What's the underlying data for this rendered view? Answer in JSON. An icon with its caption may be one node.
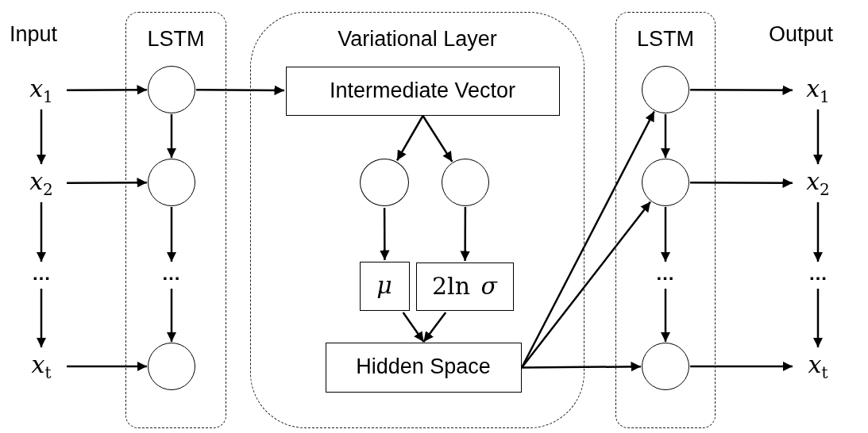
{
  "diagram": {
    "nodes": [
      {
        "text": [
          "LSTM"
        ]
      },
      {
        "text": [
          "Variational Layer"
        ]
      },
      {
        "text": [
          "LSTM"
        ]
      },
      {
        "text": [
          "x$_{1}$"
        ]
      },
      {
        "text": [
          "x$_{2}$"
        ]
      },
      {
        "text": [
          "…"
        ]
      },
      {
        "text": [
          "x$_{t}$"
        ]
      },
      {
        "text": [],
        "shape": "circle",
        "in": 0
      },
      {
        "text": [],
        "shape": "circle",
        "in": 0
      },
      {
        "text": [
          "…"
        ],
        "in": 0
      },
      {
        "text": [],
        "shape": "circle",
        "in": 0
      },
      {
        "text": [
          "Intermediate Vector"
        ],
        "in": 1
      },
      {
        "text": [],
        "shape": "circle",
        "in": 1
      },
      {
        "text": [],
        "shape": "circle",
        "in": 1
      },
      {
        "text": [
          "μ"
        ],
        "in": 1
      },
      {
        "text": [
          "2ln *σ*"
        ],
        "in": 1
      },
      {
        "text": [
          "Hidden Space"
        ],
        "in": 1
      },
      {
        "text": [],
        "shape": "circle",
        "in": 2
      },
      {
        "text": [],
        "shape": "circle",
        "in": 2
      },
      {
        "text": [
          "…"
        ],
        "in": 2
      },
      {
        "text": [],
        "shape": "circle",
        "in": 2
      },
      {
        "text": [
          "x$_{1}$"
        ]
      },
      {
        "text": [
          "x$_{2}$"
        ]
      },
      {
        "text": [
          "…"
        ]
      },
      {
        "text": [
          "x$_{t}$"
        ]
      }
    ],
    "edges": [
      {
        "from": 3,
        "to": 4,
        "arrow": "to"
      },
      {
        "from": 4,
        "to": 5,
        "arrow": "to"
      },
      {
        "from": 5,
        "to": 6,
        "arrow": "to"
      },
      {
        "from": 3,
        "to": 7,
        "arrow": "to"
      },
      {
        "from": 4,
        "to": 8,
        "arrow": "to"
      },
      {
        "from": 6,
        "to": 10,
        "arrow": "to"
      },
      {
        "from": 7,
        "to": 8,
        "arrow": "to"
      },
      {
        "from": 8,
        "to": 9,
        "arrow": "to"
      },
      {
        "from": 9,
        "to": 10,
        "arrow": "to"
      },
      {
        "from": 7,
        "to": 11,
        "arrow": "to"
      },
      {
        "from": 11,
        "to": 12,
        "arrow": "to"
      },
      {
        "from": 11,
        "to": 13,
        "arrow": "to"
      },
      {
        "from": 12,
        "to": 14,
        "arrow": "to"
      },
      {
        "from": 13,
        "to": 15,
        "arrow": "to"
      },
      {
        "from": 14,
        "to": 16,
        "arrow": "to"
      },
      {
        "from": 15,
        "to": 16,
        "arrow": "to"
      },
      {
        "from": 16,
        "to": 17,
        "arrow": "to"
      },
      {
        "from": 16,
        "to": 18,
        "arrow": "to"
      },
      {
        "from": 16,
        "to": 20,
        "arrow": "to"
      },
      {
        "from": 17,
        "to": 18,
        "arrow": "to"
      },
      {
        "from": 18,
        "to": 19,
        "arrow": "to"
      },
      {
        "from": 19,
        "to": 20,
        "arrow": "to"
      },
      {
        "from": 17,
        "to": 21,
        "arrow": "to"
      },
      {
        "from": 18,
        "to": 22,
        "arrow": "to"
      },
      {
        "from": 20,
        "to": 24,
        "arrow": "to"
      },
      {
        "from": 21,
        "to": 22,
        "arrow": "to"
      },
      {
        "from": 22,
        "to": 23,
        "arrow": "to"
      },
      {
        "from": 23,
        "to": 24,
        "arrow": "to"
      }
    ],
    "labels": [
      "Input",
      "Output"
    ]
  }
}
